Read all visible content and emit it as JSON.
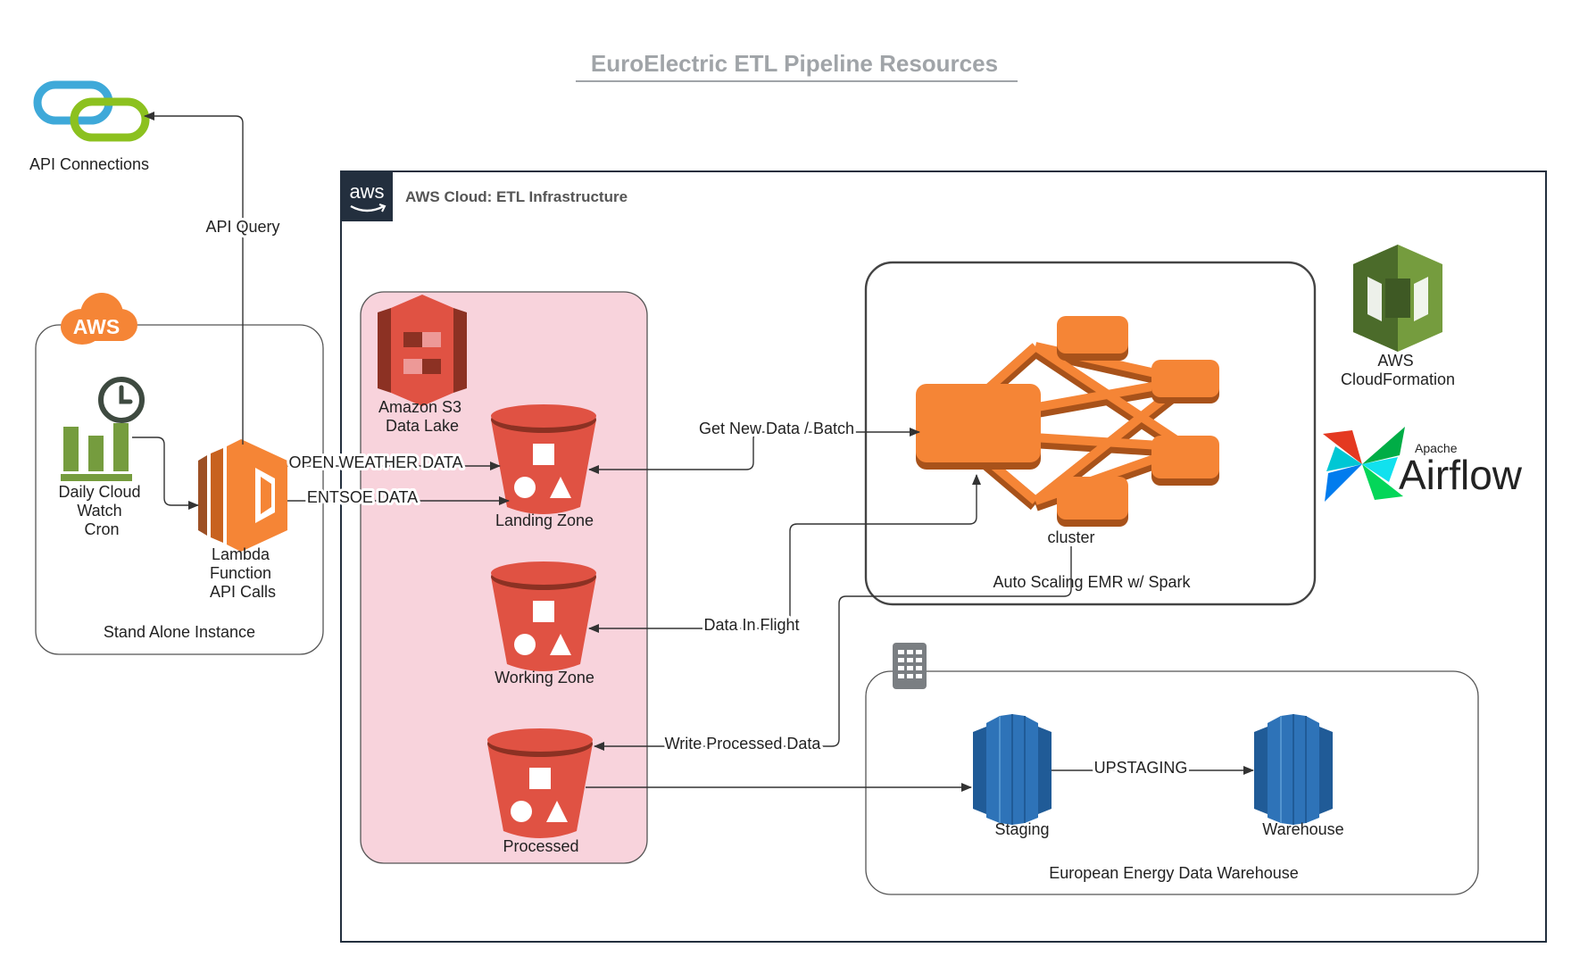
{
  "title": "EuroElectric ETL Pipeline Resources",
  "api_connections": "API Connections",
  "edges": {
    "api_query": "API Query",
    "open_weather": "OPEN WEATHER DATA",
    "entsoe": "ENTSOE DATA",
    "get_new_data": "Get New Data / Batch",
    "data_in_flight": "Data In Flight",
    "write_processed": "Write Processed Data",
    "upstaging": "UPSTAGING"
  },
  "standalone": {
    "badge": "AWS",
    "cron": [
      "Daily Cloud",
      "Watch",
      "Cron"
    ],
    "lambda": [
      "Lambda",
      "Function",
      "API Calls"
    ],
    "label": "Stand Alone Instance"
  },
  "aws_cloud": {
    "logo": "aws",
    "title": "AWS Cloud: ETL Infrastructure"
  },
  "s3": {
    "name": [
      "Amazon S3",
      "Data Lake"
    ],
    "landing": "Landing Zone",
    "working": "Working Zone",
    "processed": "Processed"
  },
  "emr": {
    "cluster": "cluster",
    "label": "Auto Scaling EMR w/ Spark"
  },
  "cloudformation": [
    "AWS",
    "CloudFormation"
  ],
  "airflow": {
    "small": "Apache",
    "big": "Airflow"
  },
  "warehouse": {
    "staging": "Staging",
    "warehouse": "Warehouse",
    "label": "European Energy Data Warehouse"
  },
  "colors": {
    "aws_orange": "#F58536",
    "s3_red": "#E05243",
    "s3_dark": "#8C3123",
    "redshift_blue": "#2E73B8",
    "redshift_dark": "#205B97",
    "cron_green": "#759C3E",
    "cf_green": "#759C3E",
    "data_lake_pink": "#F8D3DC",
    "aws_logo_bg": "#232F3E",
    "api_blue": "#3EA9D9",
    "api_green": "#8CC11F"
  }
}
